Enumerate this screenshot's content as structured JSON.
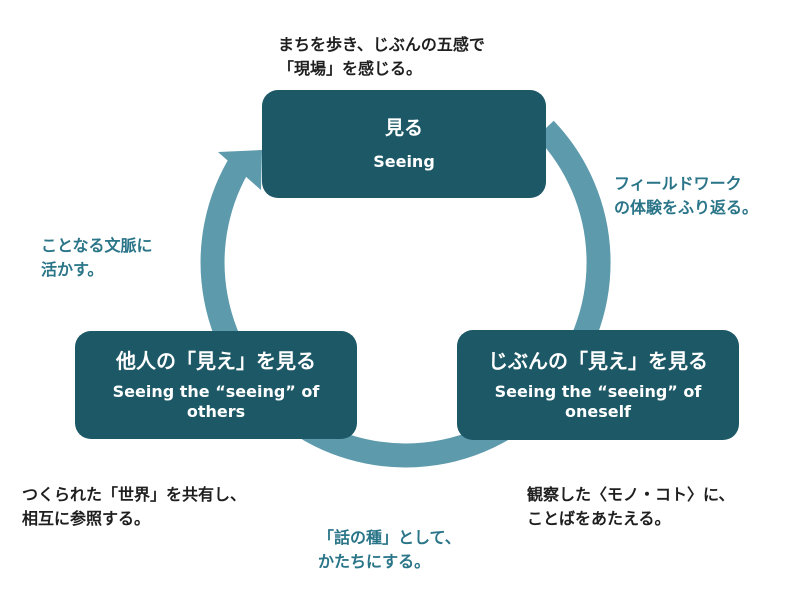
{
  "colors": {
    "box_fill": "#1d5866",
    "cycle_arrow": "#5d9aac",
    "accent_text": "#2a7588",
    "dark_text": "#1f1f1f"
  },
  "stages": {
    "top": {
      "title": "見る",
      "subtitle": "Seeing"
    },
    "right": {
      "title": "じぶんの「見え」を見る",
      "subtitle_lines": [
        "Seeing the “seeing” of",
        "oneself"
      ]
    },
    "left": {
      "title": "他人の「見え」を見る",
      "subtitle_lines": [
        "Seeing the “seeing” of",
        "others"
      ]
    }
  },
  "notes": {
    "top": [
      "まちを歩き、じぶんの五感で",
      "「現場」を感じる。"
    ],
    "upper_right": [
      "フィールドワーク",
      "の体験をふり返る。"
    ],
    "upper_left": [
      "ことなる文脈に",
      "活かす。"
    ],
    "lower_left": [
      "つくられた「世界」を共有し、",
      "相互に参照する。"
    ],
    "lower_right": [
      "観察した〈モノ・コト〉に、",
      "ことばをあたえる。"
    ],
    "bottom": [
      "「話の種」として、",
      "かたちにする。"
    ]
  }
}
